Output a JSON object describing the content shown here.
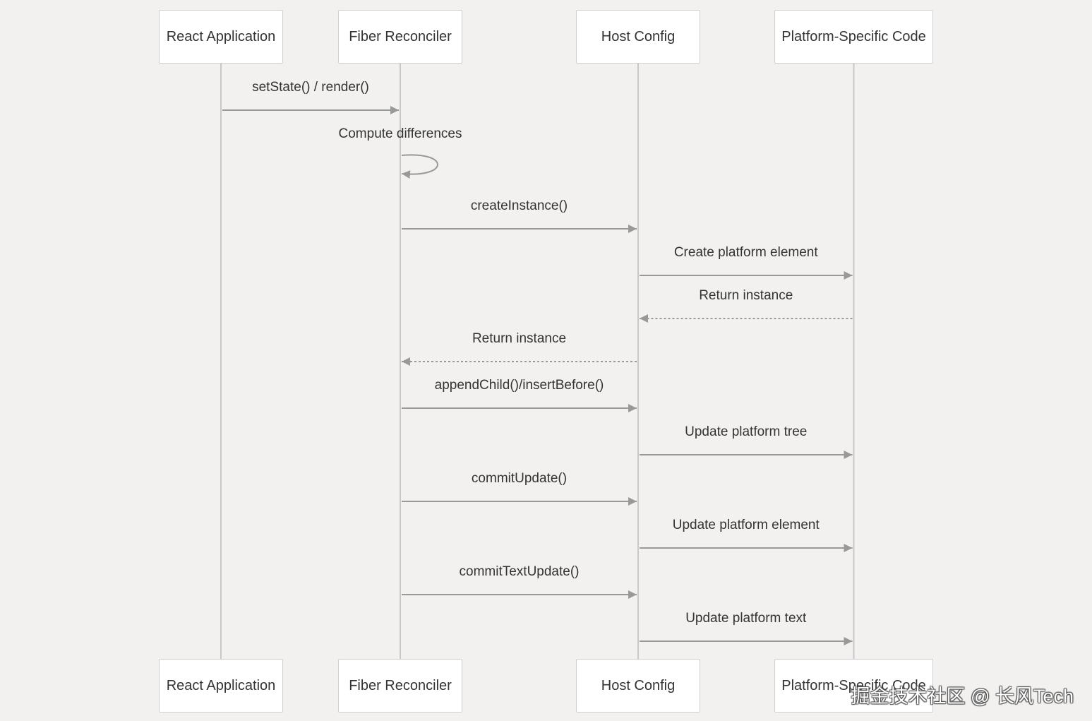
{
  "participants": [
    {
      "id": "app",
      "label": "React Application"
    },
    {
      "id": "fiber",
      "label": "Fiber Reconciler"
    },
    {
      "id": "host",
      "label": "Host Config"
    },
    {
      "id": "platform",
      "label": "Platform-Specific Code"
    }
  ],
  "messages": [
    {
      "from": "app",
      "to": "fiber",
      "label": "setState() / render()",
      "style": "solid"
    },
    {
      "from": "fiber",
      "to": "fiber",
      "label": "Compute differences",
      "style": "self"
    },
    {
      "from": "fiber",
      "to": "host",
      "label": "createInstance()",
      "style": "solid"
    },
    {
      "from": "host",
      "to": "platform",
      "label": "Create platform element",
      "style": "solid"
    },
    {
      "from": "platform",
      "to": "host",
      "label": "Return instance",
      "style": "dashed"
    },
    {
      "from": "host",
      "to": "fiber",
      "label": "Return instance",
      "style": "dashed"
    },
    {
      "from": "fiber",
      "to": "host",
      "label": "appendChild()/insertBefore()",
      "style": "solid"
    },
    {
      "from": "host",
      "to": "platform",
      "label": "Update platform tree",
      "style": "solid"
    },
    {
      "from": "fiber",
      "to": "host",
      "label": "commitUpdate()",
      "style": "solid"
    },
    {
      "from": "host",
      "to": "platform",
      "label": "Update platform element",
      "style": "solid"
    },
    {
      "from": "fiber",
      "to": "host",
      "label": "commitTextUpdate()",
      "style": "solid"
    },
    {
      "from": "host",
      "to": "platform",
      "label": "Update platform text",
      "style": "solid"
    }
  ],
  "watermark": "掘金技术社区 @ 长风Tech",
  "colors": {
    "background": "#f2f1ef",
    "lifeline": "#c8c8c8",
    "arrow": "#999999",
    "box_border": "#cfcfcf",
    "box_fill": "#ffffff",
    "text": "#333333"
  }
}
